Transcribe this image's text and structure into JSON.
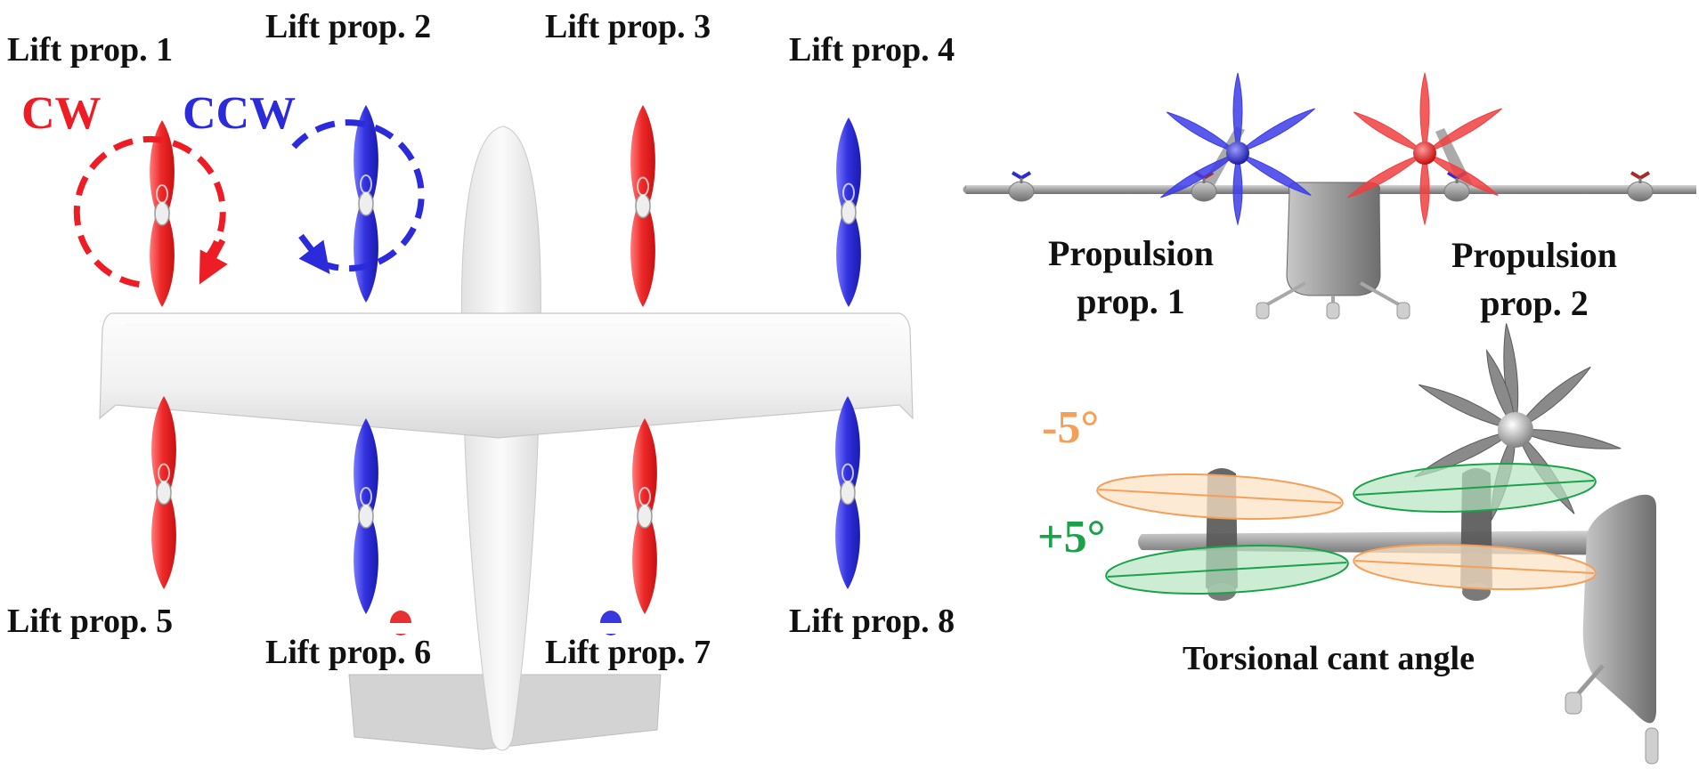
{
  "labels": {
    "lift1": "Lift prop. 1",
    "lift2": "Lift prop. 2",
    "lift3": "Lift prop. 3",
    "lift4": "Lift prop. 4",
    "lift5": "Lift prop. 5",
    "lift6": "Lift prop. 6",
    "lift7": "Lift prop. 7",
    "lift8": "Lift prop. 8",
    "cw": "CW",
    "ccw": "CCW",
    "propulsion1_line1": "Propulsion",
    "propulsion1_line2": "prop. 1",
    "propulsion2_line1": "Propulsion",
    "propulsion2_line2": "prop. 2",
    "cant_minus": "-5°",
    "cant_plus": "+5°",
    "cant_title": "Torsional cant angle"
  },
  "colors": {
    "cw": "#ee1c25",
    "ccw": "#2b2bdc",
    "cant_minus": "#f5a05a",
    "cant_plus": "#1aa24a",
    "ellipse_orange_fill": "#fbe3c7",
    "ellipse_green_fill": "#b6e6c0",
    "airframe": "#efefef",
    "gray_body": "#8c8c8c"
  }
}
